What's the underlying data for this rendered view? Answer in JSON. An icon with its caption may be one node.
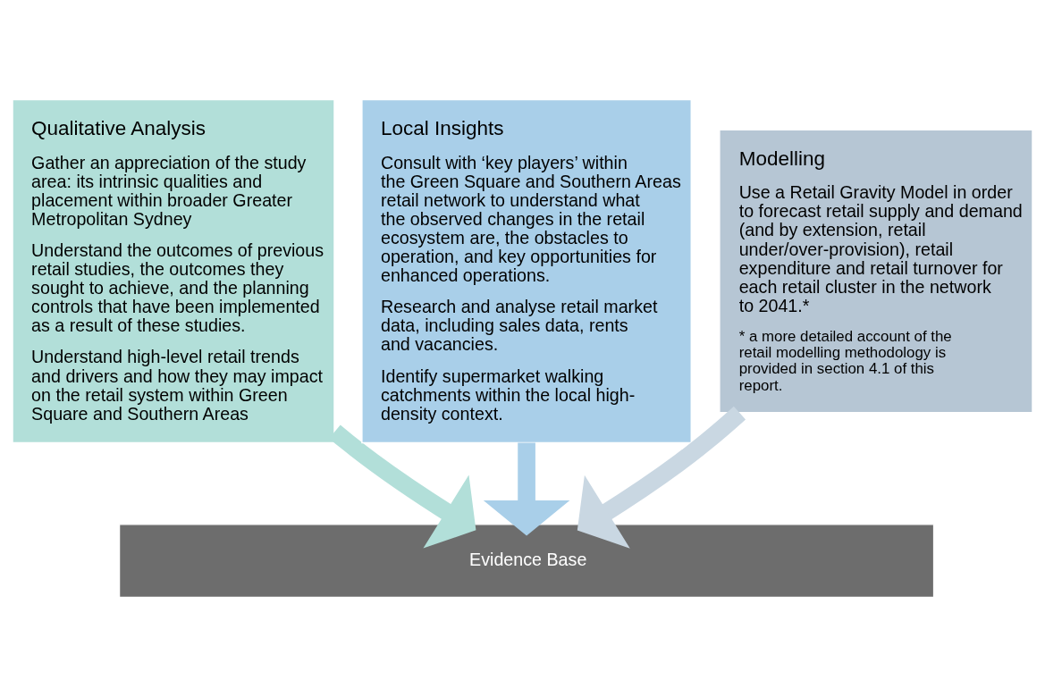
{
  "diagram": {
    "nodes": [
      {
        "text": [
          "Qualitative Analysis",
          "Gather an appreciation of the study area: its intrinsic qualities and placement within broader Greater Metropolitan Sydney",
          "Understand the outcomes of previous retail studies, the outcomes they sought to achieve, and the planning controls that have been implemented as a result of these studies.",
          "Understand high-level retail trends and drivers and how they may impact on the retail system within Green Square and Southern Areas"
        ]
      },
      {
        "text": [
          "Local Insights",
          "Consult with ‘key players’ within the Green Square and Southern Areas retail network to understand what the observed changes in the retail ecosystem are, the obstacles to operation, and key opportunities for enhanced operations.",
          "Research and analyse retail market data, including sales data, rents and vacancies.",
          "Identify supermarket walking catchments within the local high-density context."
        ]
      },
      {
        "text": [
          "Modelling",
          "Use a Retail Gravity Model in order to forecast retail supply and demand (and by extension, retail under/over-provision), retail expenditure and retail turnover for each retail cluster in the network to 2041.*",
          "* a more detailed account of the retail modelling methodology is provided in section 4.1 of this report."
        ]
      },
      {
        "text": [
          "Evidence Base"
        ]
      }
    ],
    "edges": [
      {
        "from": 0,
        "to": 3,
        "arrow": "to",
        "color": "#b2dfd9"
      },
      {
        "from": 1,
        "to": 3,
        "arrow": "to",
        "color": "#a9cfe9"
      },
      {
        "from": 2,
        "to": 3,
        "arrow": "to",
        "color": "#c9d7e2"
      }
    ]
  }
}
